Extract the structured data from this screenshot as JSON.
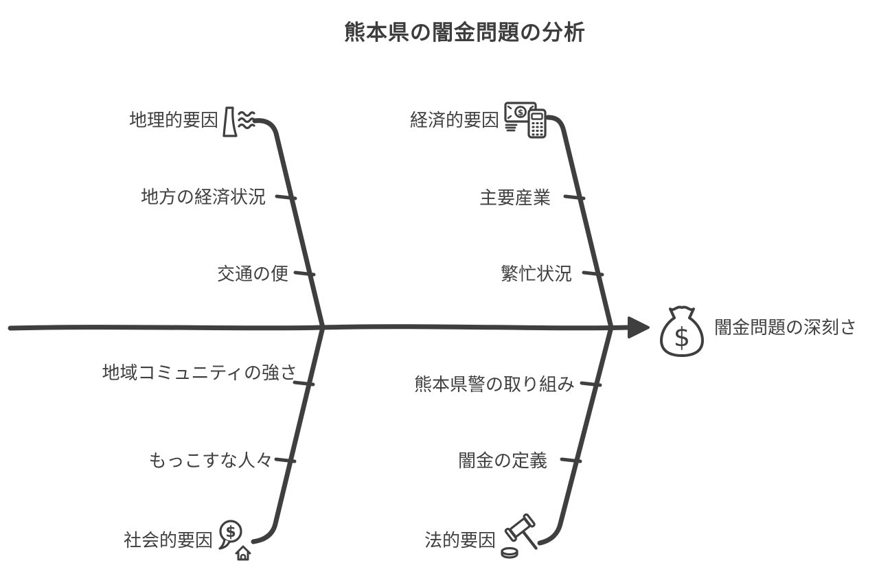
{
  "title": "熊本県の闇金問題の分析",
  "effect": {
    "label": "闇金問題の深刻さ",
    "icon": "money-bag-icon"
  },
  "branches": {
    "geography": {
      "label": "地理的要因",
      "icon": "cliff-water-icon",
      "position": "top-left",
      "causes": [
        "地方の経済状況",
        "交通の便"
      ]
    },
    "economy": {
      "label": "経済的要因",
      "icon": "money-calculator-icon",
      "position": "top-right",
      "causes": [
        "主要産業",
        "繁忙状況"
      ]
    },
    "society": {
      "label": "社会的要因",
      "icon": "money-speech-house-icon",
      "position": "bottom-left",
      "causes": [
        "地域コミュニティの強さ",
        "もっこすな人々"
      ]
    },
    "legal": {
      "label": "法的要因",
      "icon": "gavel-icon",
      "position": "bottom-right",
      "causes": [
        "熊本県警の取り組み",
        "闇金の定義"
      ]
    }
  },
  "colors": {
    "line": "#3f3f3f",
    "text": "#404040",
    "background": "#ffffff"
  }
}
